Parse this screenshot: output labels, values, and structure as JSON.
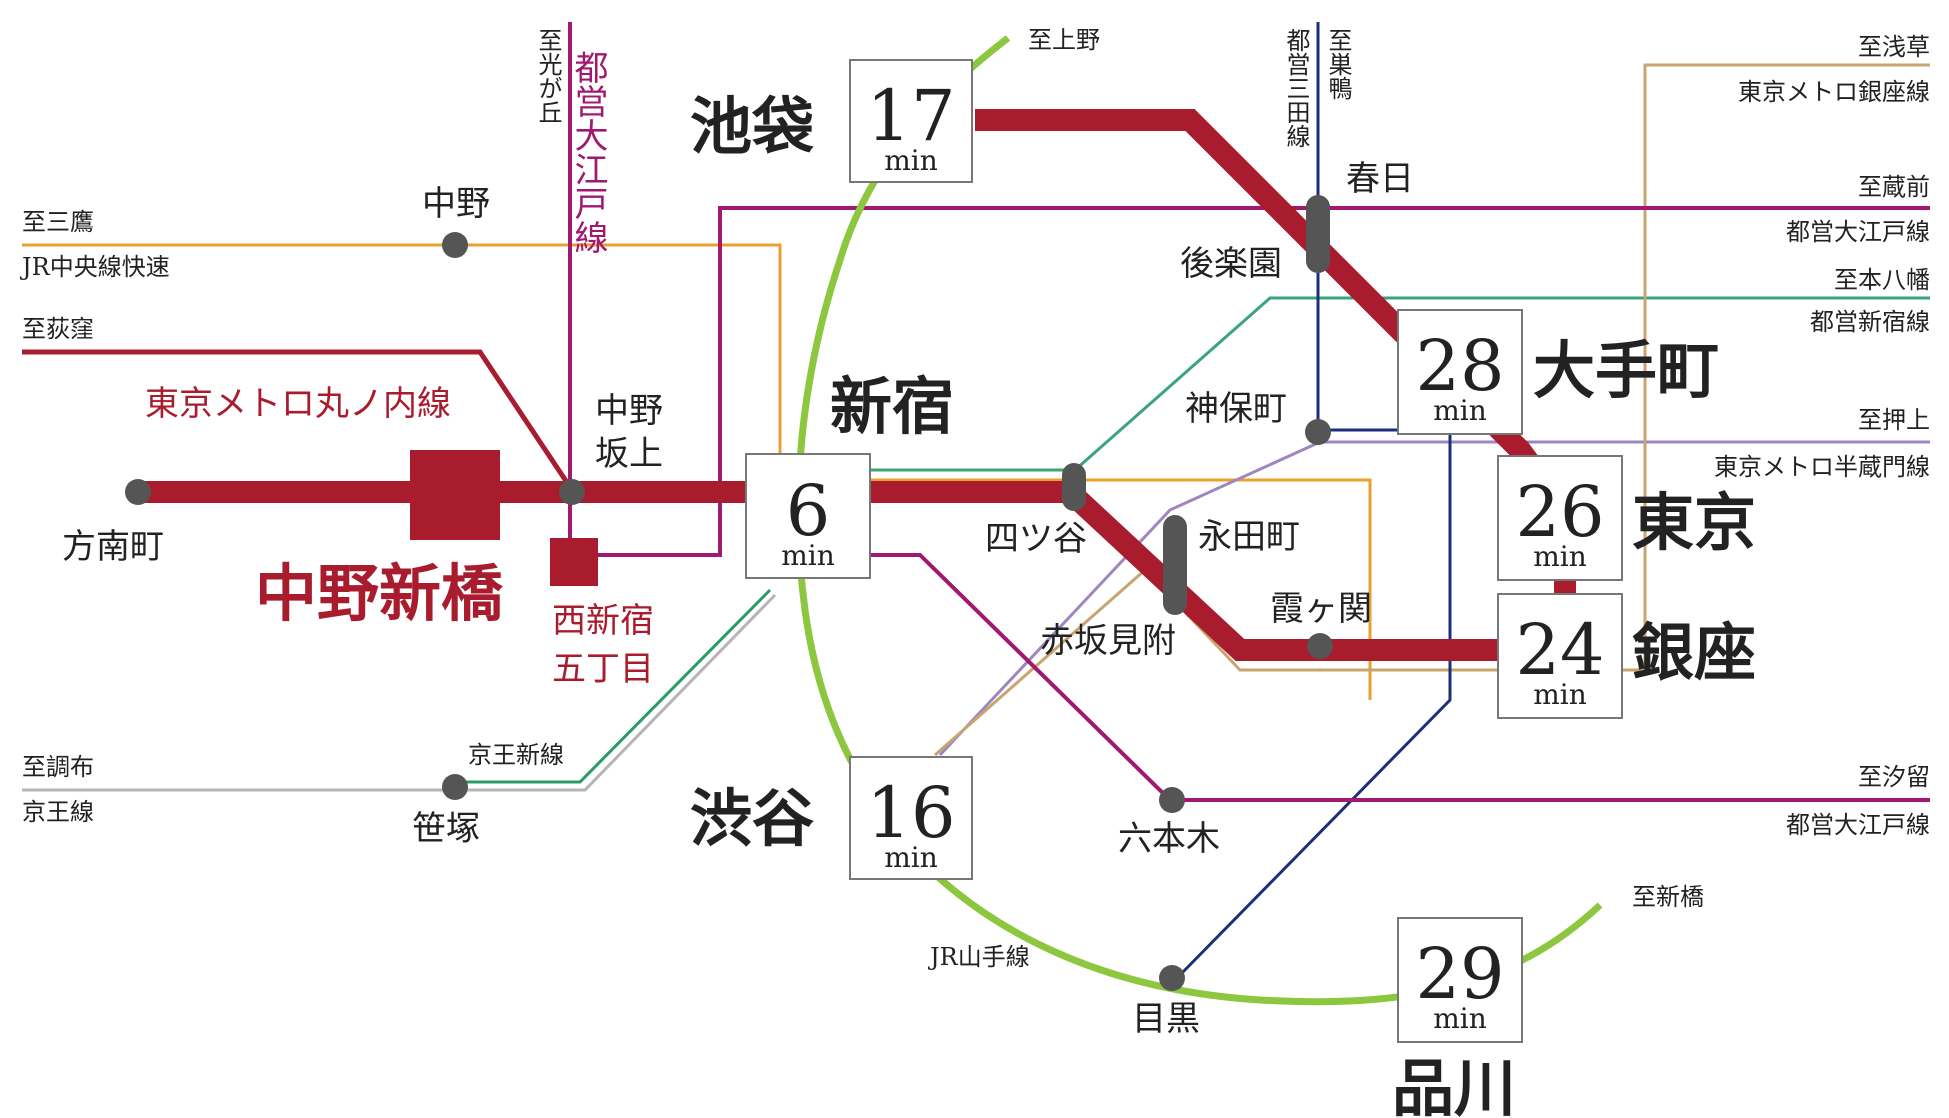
{
  "colors": {
    "marunouchi": "#a81c2e",
    "oedo": "#a0186f",
    "chuo": "#e8a030",
    "keio": "#b0b0b0",
    "keio_new": "#2a9a6a",
    "yamanote": "#8dc63f",
    "mita": "#1c2f7a",
    "ginza": "#c8a46e",
    "hanzomon": "#9f86c0",
    "shinjuku_line": "#3aa57a"
  },
  "destinations": {
    "ueno": "至上野",
    "hikarigaoka": "至光が丘",
    "sugamo": "至巣鴨",
    "asakusa": "至浅草",
    "kuramae": "至蔵前",
    "motoyawata": "至本八幡",
    "oshiage": "至押上",
    "mitaka": "至三鷹",
    "ogikubo": "至荻窪",
    "chofu": "至調布",
    "shiodome": "至汐留",
    "shimbashi": "至新橋"
  },
  "line_labels": {
    "oedo_vertical": "都営大江戸線",
    "mita_vertical": "都営三田線",
    "ginza": "東京メトロ銀座線",
    "oedo_east": "都営大江戸線",
    "shinjuku_line": "都営新宿線",
    "hanzomon": "東京メトロ半蔵門線",
    "chuo": "JR中央線快速",
    "marunouchi": "東京メトロ丸ノ内線",
    "keio": "京王線",
    "keio_new": "京王新線",
    "oedo_south": "都営大江戸線",
    "yamanote": "JR山手線"
  },
  "stations": {
    "nakano": "中野",
    "honancho": "方南町",
    "nakano_shimbashi": "中野新橋",
    "nakano_sakaue": "中野坂上",
    "nishishinjuku_gochome": "西新宿五丁目",
    "sasazuka": "笹塚",
    "kasuga": "春日",
    "korakuen": "後楽園",
    "jimbocho": "神保町",
    "yotsuya": "四ツ谷",
    "nagatacho": "永田町",
    "akasaka_mitsuke": "赤坂見附",
    "kasumigaseki": "霞ヶ関",
    "roppongi": "六本木",
    "meguro": "目黒"
  },
  "destinations_major": [
    {
      "name": "池袋",
      "minutes": "17",
      "unit": "min"
    },
    {
      "name": "新宿",
      "minutes": "6",
      "unit": "min"
    },
    {
      "name": "大手町",
      "minutes": "28",
      "unit": "min"
    },
    {
      "name": "東京",
      "minutes": "26",
      "unit": "min"
    },
    {
      "name": "銀座",
      "minutes": "24",
      "unit": "min"
    },
    {
      "name": "渋谷",
      "minutes": "16",
      "unit": "min"
    },
    {
      "name": "品川",
      "minutes": "29",
      "unit": "min"
    }
  ]
}
